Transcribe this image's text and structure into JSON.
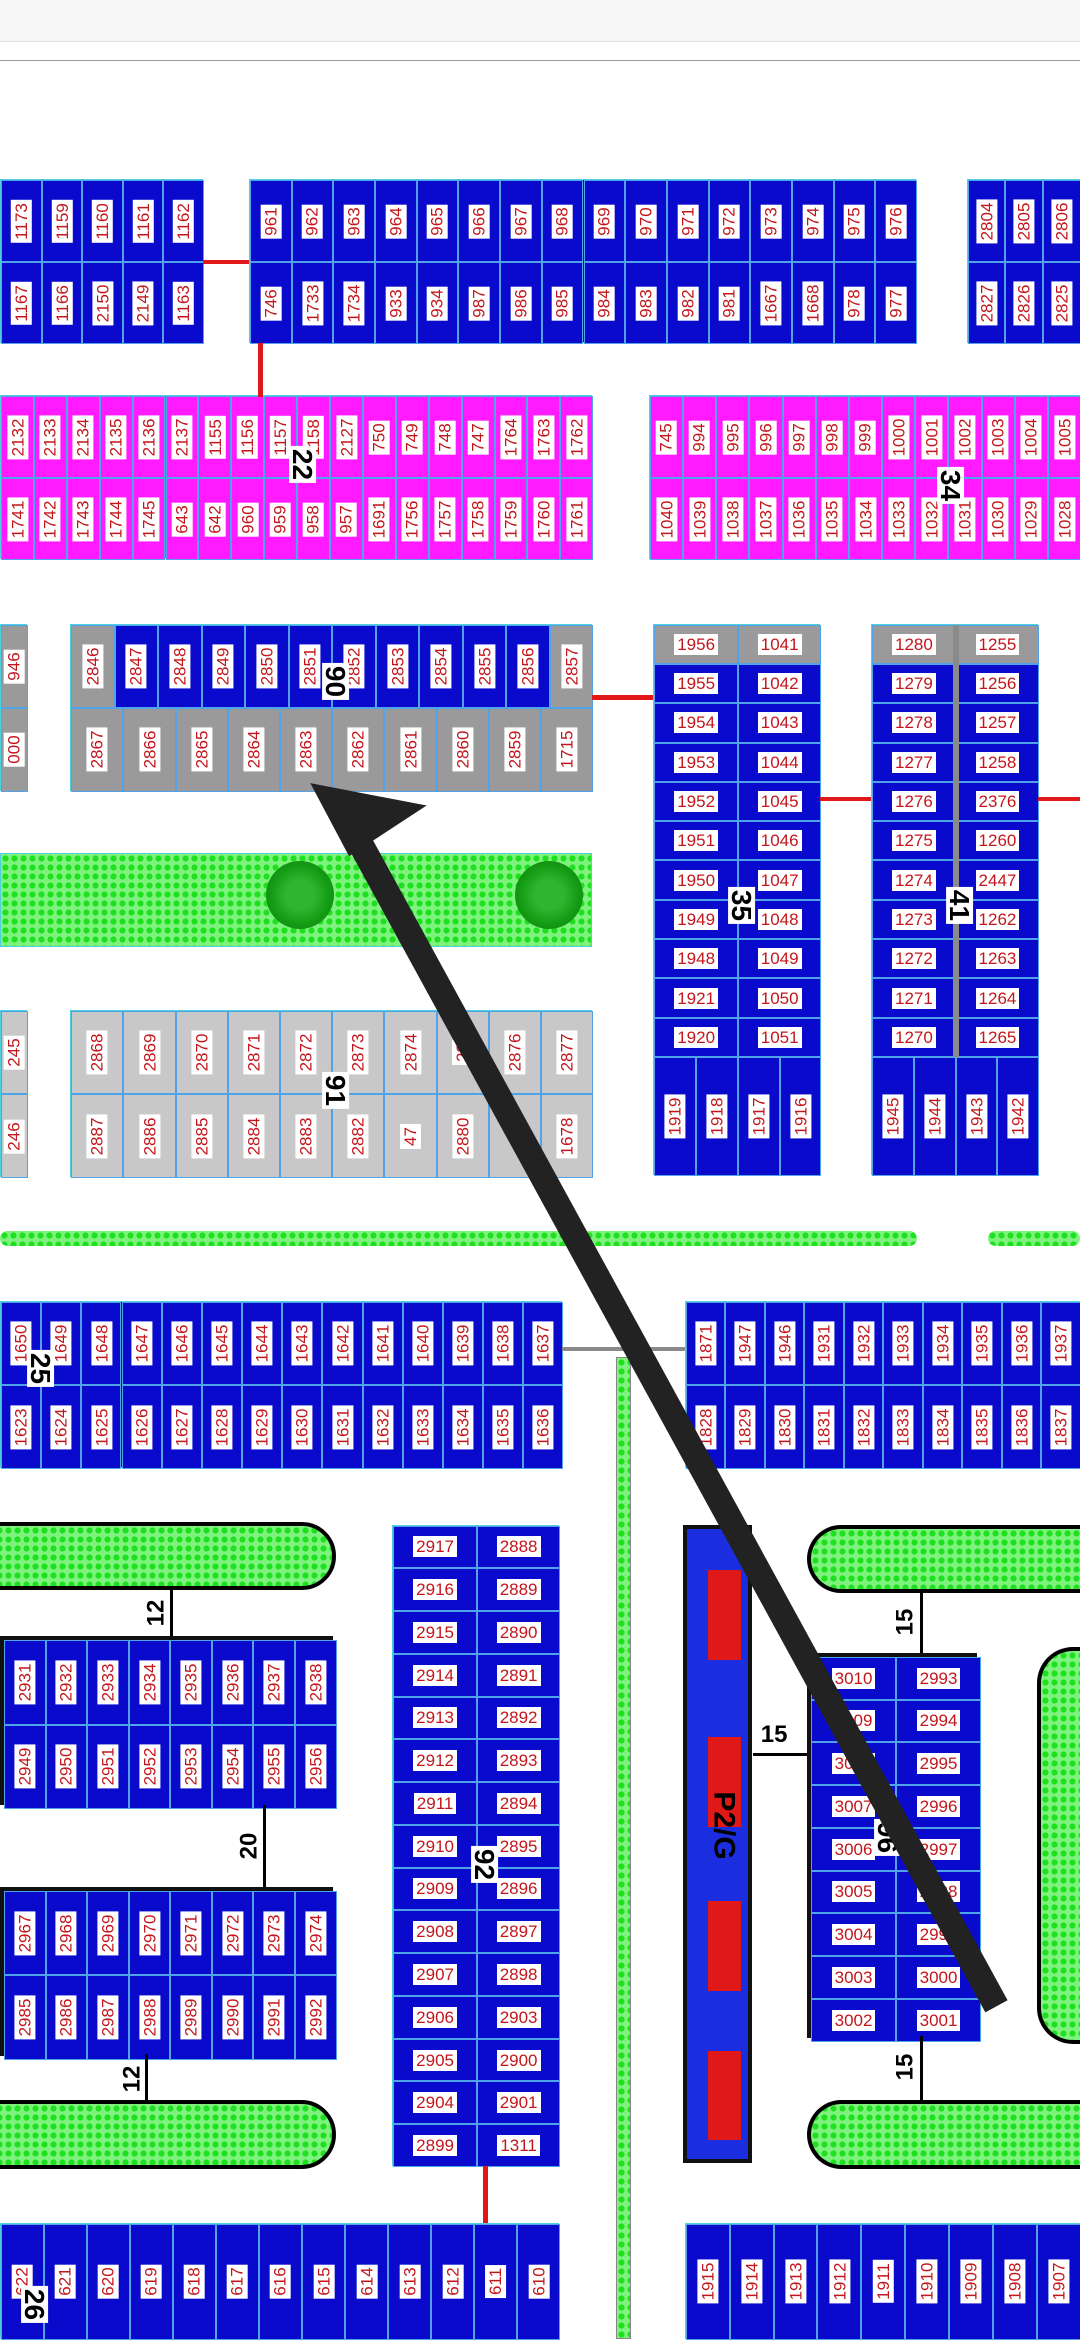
{
  "blocks": {
    "top_left": {
      "rows": [
        [
          "1173",
          "1159",
          "1160",
          "1161",
          "1162"
        ],
        [
          "1167",
          "1166",
          "2150",
          "2149",
          "1163"
        ]
      ]
    },
    "block_33": {
      "rows": [
        [
          "961",
          "962",
          "963",
          "964",
          "965",
          "966",
          "967",
          "968",
          "969",
          "970",
          "971",
          "972",
          "973",
          "974",
          "975",
          "976"
        ],
        [
          "746",
          "1733",
          "1734",
          "933",
          "934",
          "987",
          "986",
          "985",
          "984",
          "983",
          "982",
          "981",
          "1667",
          "1668",
          "978",
          "977"
        ]
      ]
    },
    "top_right": {
      "rows": [
        [
          "2804",
          "2805",
          "2806"
        ],
        [
          "2827",
          "2826",
          "2825"
        ]
      ]
    },
    "block_22": {
      "label": "22",
      "rows": [
        [
          "2132",
          "2133",
          "2134",
          "2135",
          "2136",
          "2137",
          "1155",
          "1156",
          "1157",
          "1158",
          "2127",
          "750",
          "749",
          "748",
          "747",
          "1764",
          "1763",
          "1762"
        ],
        [
          "1741",
          "1742",
          "1743",
          "1744",
          "1745",
          "643",
          "642",
          "960",
          "959",
          "958",
          "957",
          "1691",
          "1756",
          "1757",
          "1758",
          "1759",
          "1760",
          "1761"
        ]
      ]
    },
    "block_34": {
      "label": "34",
      "rows": [
        [
          "745",
          "994",
          "995",
          "996",
          "997",
          "998",
          "999",
          "1000",
          "1001",
          "1002",
          "1003",
          "1004",
          "1005"
        ],
        [
          "1040",
          "1039",
          "1038",
          "1037",
          "1036",
          "1035",
          "1034",
          "1033",
          "1032",
          "1031",
          "1030",
          "1029",
          "1028"
        ]
      ]
    },
    "left_partial_a": {
      "rows": [
        [
          "946"
        ],
        [
          "000"
        ]
      ]
    },
    "block_90": {
      "label": "90",
      "rows": [
        [
          "2846",
          "2847",
          "2848",
          "2849",
          "2850",
          "2851",
          "2852",
          "2853",
          "2854",
          "2855",
          "2856",
          "2857"
        ],
        [
          "2867",
          "2866",
          "2865",
          "2864",
          "2863",
          "2862",
          "2861",
          "2860",
          "2859",
          "1715"
        ]
      ]
    },
    "block_35": {
      "label": "35",
      "cols": [
        [
          "1956",
          "1955",
          "1954",
          "1953",
          "1952",
          "1951",
          "1950",
          "1949",
          "1948",
          "1921",
          "1920"
        ],
        [
          "1041",
          "1042",
          "1043",
          "1044",
          "1045",
          "1046",
          "1047",
          "1048",
          "1049",
          "1050",
          "1051"
        ]
      ],
      "bottom": [
        "1919",
        "1918",
        "1917",
        "1916"
      ]
    },
    "block_41": {
      "label": "41",
      "cols": [
        [
          "1280",
          "1279",
          "1278",
          "1277",
          "1276",
          "1275",
          "1274",
          "1273",
          "1272",
          "1271",
          "1270"
        ],
        [
          "1255",
          "1256",
          "1257",
          "1258",
          "2376",
          "1260",
          "2447",
          "1262",
          "1263",
          "1264",
          "1265"
        ]
      ],
      "bottom": [
        "1945",
        "1944",
        "1943",
        "1942"
      ]
    },
    "left_partial_b": {
      "rows": [
        [
          "245"
        ],
        [
          "246"
        ]
      ]
    },
    "block_91": {
      "label": "91",
      "rows": [
        [
          "2868",
          "2869",
          "2870",
          "2871",
          "2872",
          "2873",
          "2874",
          "28",
          "2876",
          "2877"
        ],
        [
          "2887",
          "2886",
          "2885",
          "2884",
          "2883",
          "2882",
          "47",
          "2880",
          "",
          "1678"
        ]
      ]
    },
    "block_25": {
      "label": "25",
      "rows": [
        [
          "1650",
          "1649",
          "1648",
          "1647",
          "1646",
          "1645",
          "1644",
          "1643",
          "1642",
          "1641",
          "1640",
          "1639",
          "1638",
          "1637"
        ],
        [
          "1623",
          "1624",
          "1625",
          "1626",
          "1627",
          "1628",
          "1629",
          "1630",
          "1631",
          "1632",
          "1633",
          "1634",
          "1635",
          "1636"
        ]
      ]
    },
    "block_right_mid": {
      "rows": [
        [
          "1871",
          "1947",
          "1946",
          "1931",
          "1932",
          "1933",
          "1934",
          "1935",
          "1936",
          "1937"
        ],
        [
          "1828",
          "1829",
          "1830",
          "1831",
          "1832",
          "1833",
          "1834",
          "1835",
          "1836",
          "1837"
        ]
      ]
    },
    "block_left_1": {
      "rows": [
        [
          "2931",
          "2932",
          "2933",
          "2934",
          "2935",
          "2936",
          "2937",
          "2938"
        ],
        [
          "2949",
          "2950",
          "2951",
          "2952",
          "2953",
          "2954",
          "2955",
          "2956"
        ]
      ]
    },
    "block_left_2": {
      "rows": [
        [
          "2967",
          "2968",
          "2969",
          "2970",
          "2971",
          "2972",
          "2973",
          "2974"
        ],
        [
          "2985",
          "2986",
          "2987",
          "2988",
          "2989",
          "2990",
          "2991",
          "2992"
        ]
      ]
    },
    "block_92": {
      "label": "92",
      "cols": [
        [
          "2917",
          "2916",
          "2915",
          "2914",
          "2913",
          "2912",
          "2911",
          "2910",
          "2909",
          "2908",
          "2907",
          "2906",
          "2905",
          "2904",
          "2899"
        ],
        [
          "2888",
          "2889",
          "2890",
          "2891",
          "2892",
          "2893",
          "2894",
          "2895",
          "2896",
          "2897",
          "2898",
          "2903",
          "2900",
          "2901",
          "1311"
        ]
      ]
    },
    "block_96": {
      "label": "96",
      "cols": [
        [
          "3010",
          "3009",
          "3008",
          "3007",
          "3006",
          "3005",
          "3004",
          "3003",
          "3002"
        ],
        [
          "2993",
          "2994",
          "2995",
          "2996",
          "2997",
          "2998",
          "2999",
          "3000",
          "3001"
        ]
      ]
    },
    "bottom_left": {
      "label": "26",
      "rows": [
        [
          "622",
          "621",
          "620",
          "619",
          "618",
          "617",
          "616",
          "615",
          "614",
          "613",
          "612",
          "611",
          "610"
        ]
      ]
    },
    "bottom_right": {
      "rows": [
        [
          "1915",
          "1914",
          "1913",
          "1912",
          "1911",
          "1910",
          "1909",
          "1908",
          "1907"
        ]
      ]
    }
  },
  "mosque_label": "P2/G",
  "dimensions": {
    "d1": "15",
    "d2": "12",
    "d3": "12",
    "d4": "20",
    "d5": "12",
    "d6": "15",
    "d7": "15",
    "d8": "15"
  },
  "colors": {
    "blue": "#0a0acd",
    "magenta": "#ff1aff",
    "grey": "#9a9a9a",
    "label_text": "#c3161c",
    "arrow": "#222222"
  }
}
